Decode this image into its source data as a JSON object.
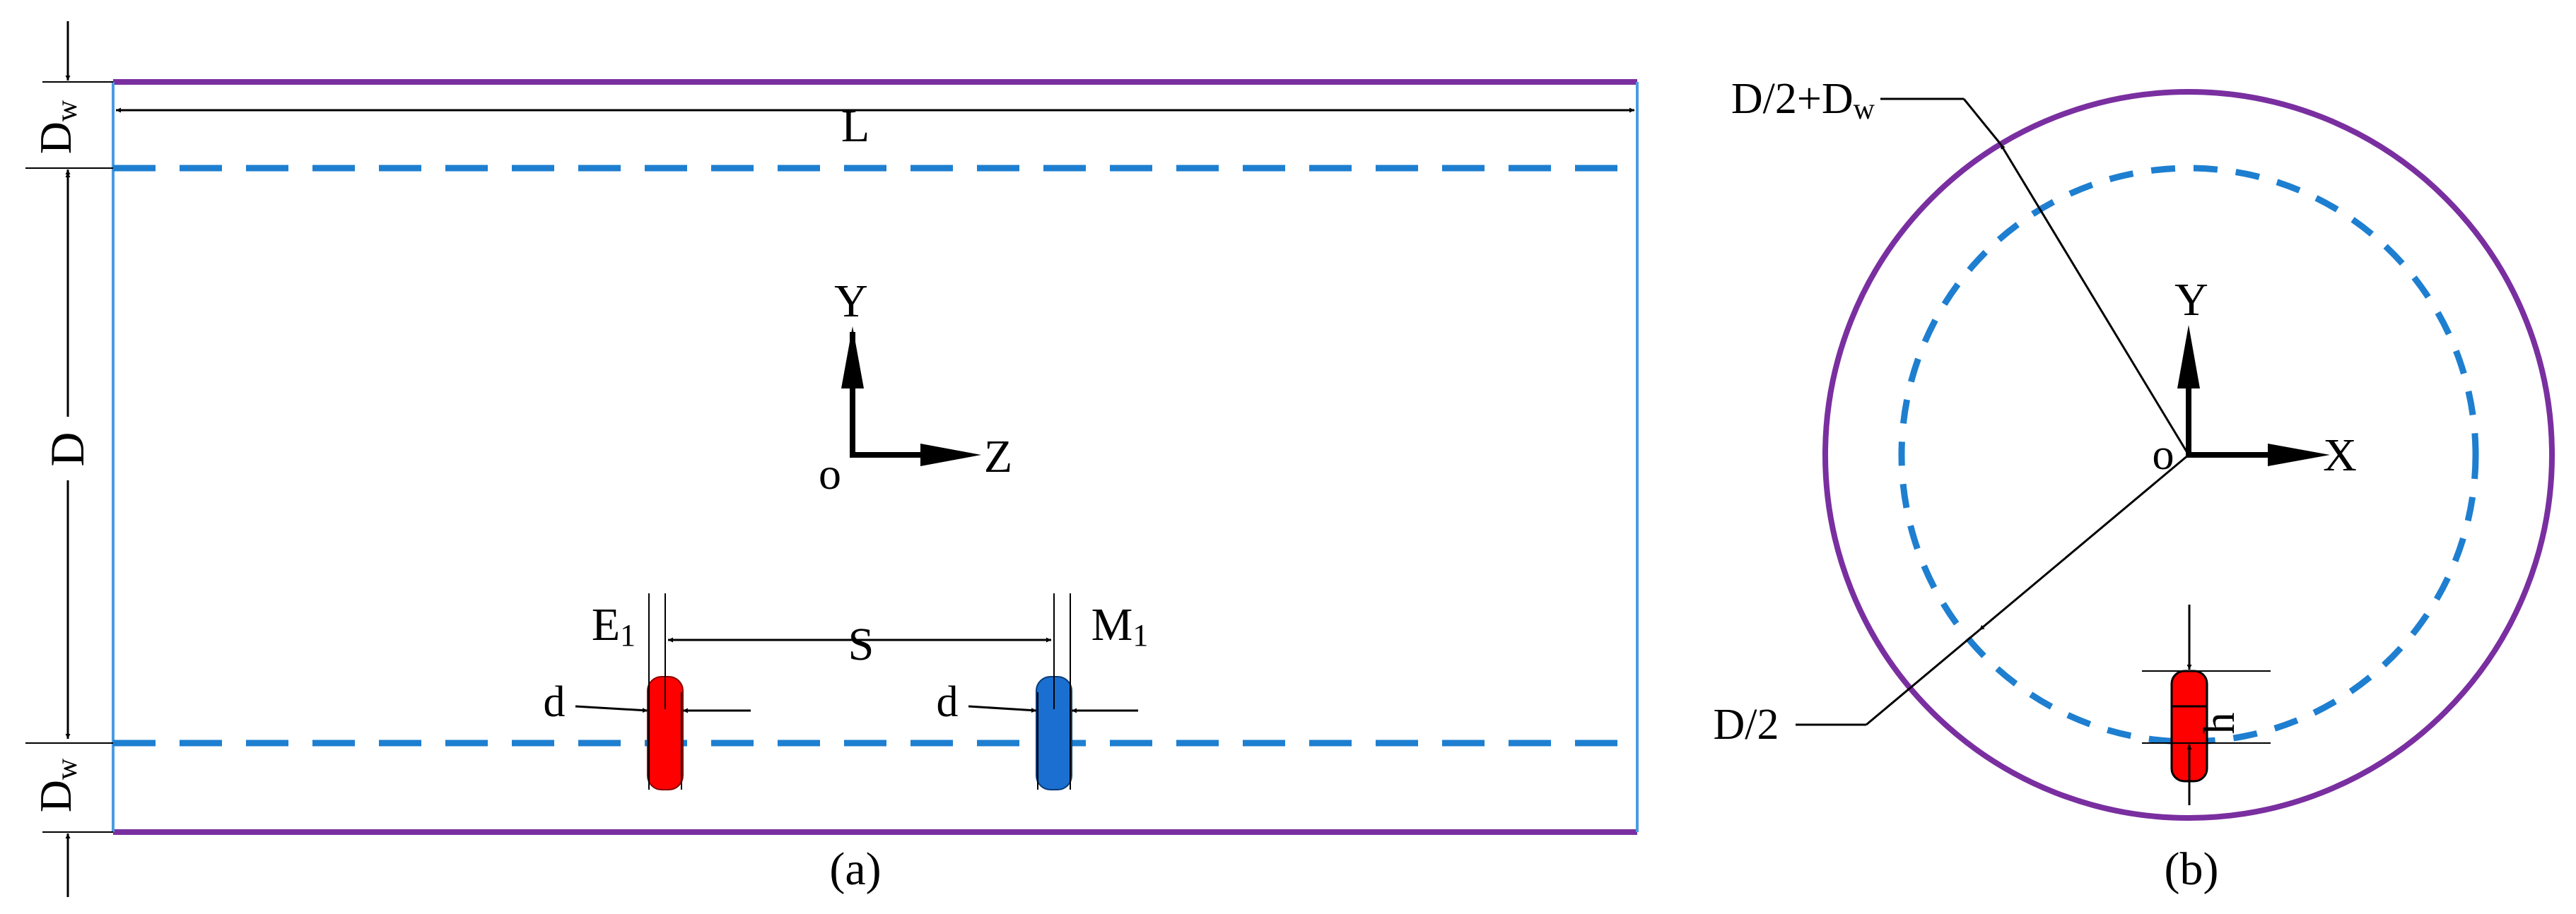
{
  "panel_a": {
    "caption": "(a)",
    "dims": {
      "length": "L",
      "diameter": "D",
      "wall": "D",
      "wall_sub": "w",
      "spacing": "S",
      "electrode_width": "d"
    },
    "axes": {
      "y": "Y",
      "z": "Z",
      "origin": "o"
    },
    "electrodes": {
      "excitation": {
        "letter": "E",
        "index": "1"
      },
      "measuring": {
        "letter": "M",
        "index": "1"
      }
    }
  },
  "panel_b": {
    "caption": "(b)",
    "dims": {
      "outer_radius_prefix": "D/2+D",
      "outer_radius_sub": "w",
      "inner_radius": "D/2",
      "electrode_height": "h"
    },
    "axes": {
      "y": "Y",
      "x": "X",
      "origin": "o"
    }
  },
  "colors": {
    "pipe_wall": "#7a2fa0",
    "dashed_inner": "#1e7fd0",
    "pipe_end": "#4a9be0",
    "excitation_electrode": "#ff0000",
    "measuring_electrode": "#1a6fd0"
  }
}
